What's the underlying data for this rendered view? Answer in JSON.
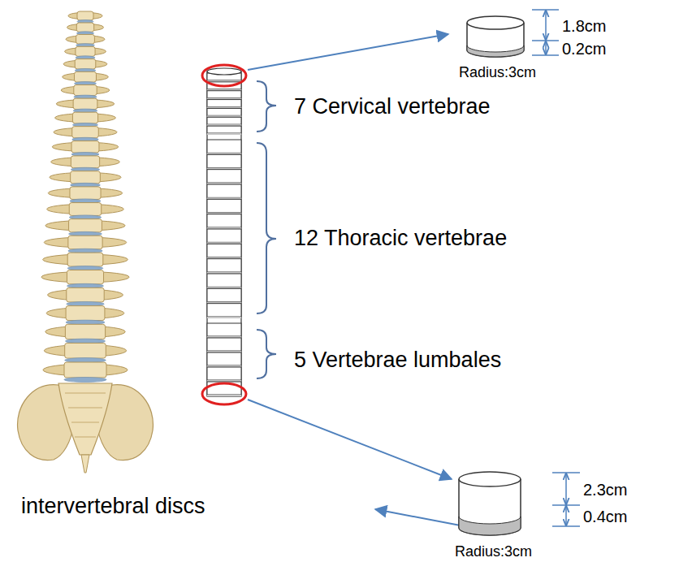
{
  "diagram": {
    "labels": [
      "1.8cm",
      "0.2cm",
      "Radius:3cm",
      "7 Cervical vertebrae",
      "12 Thoracic vertebrae",
      "5 Vertebrae lumbales",
      "intervertebral discs",
      "2.3cm",
      "0.4cm",
      "Radius:3cm"
    ]
  }
}
